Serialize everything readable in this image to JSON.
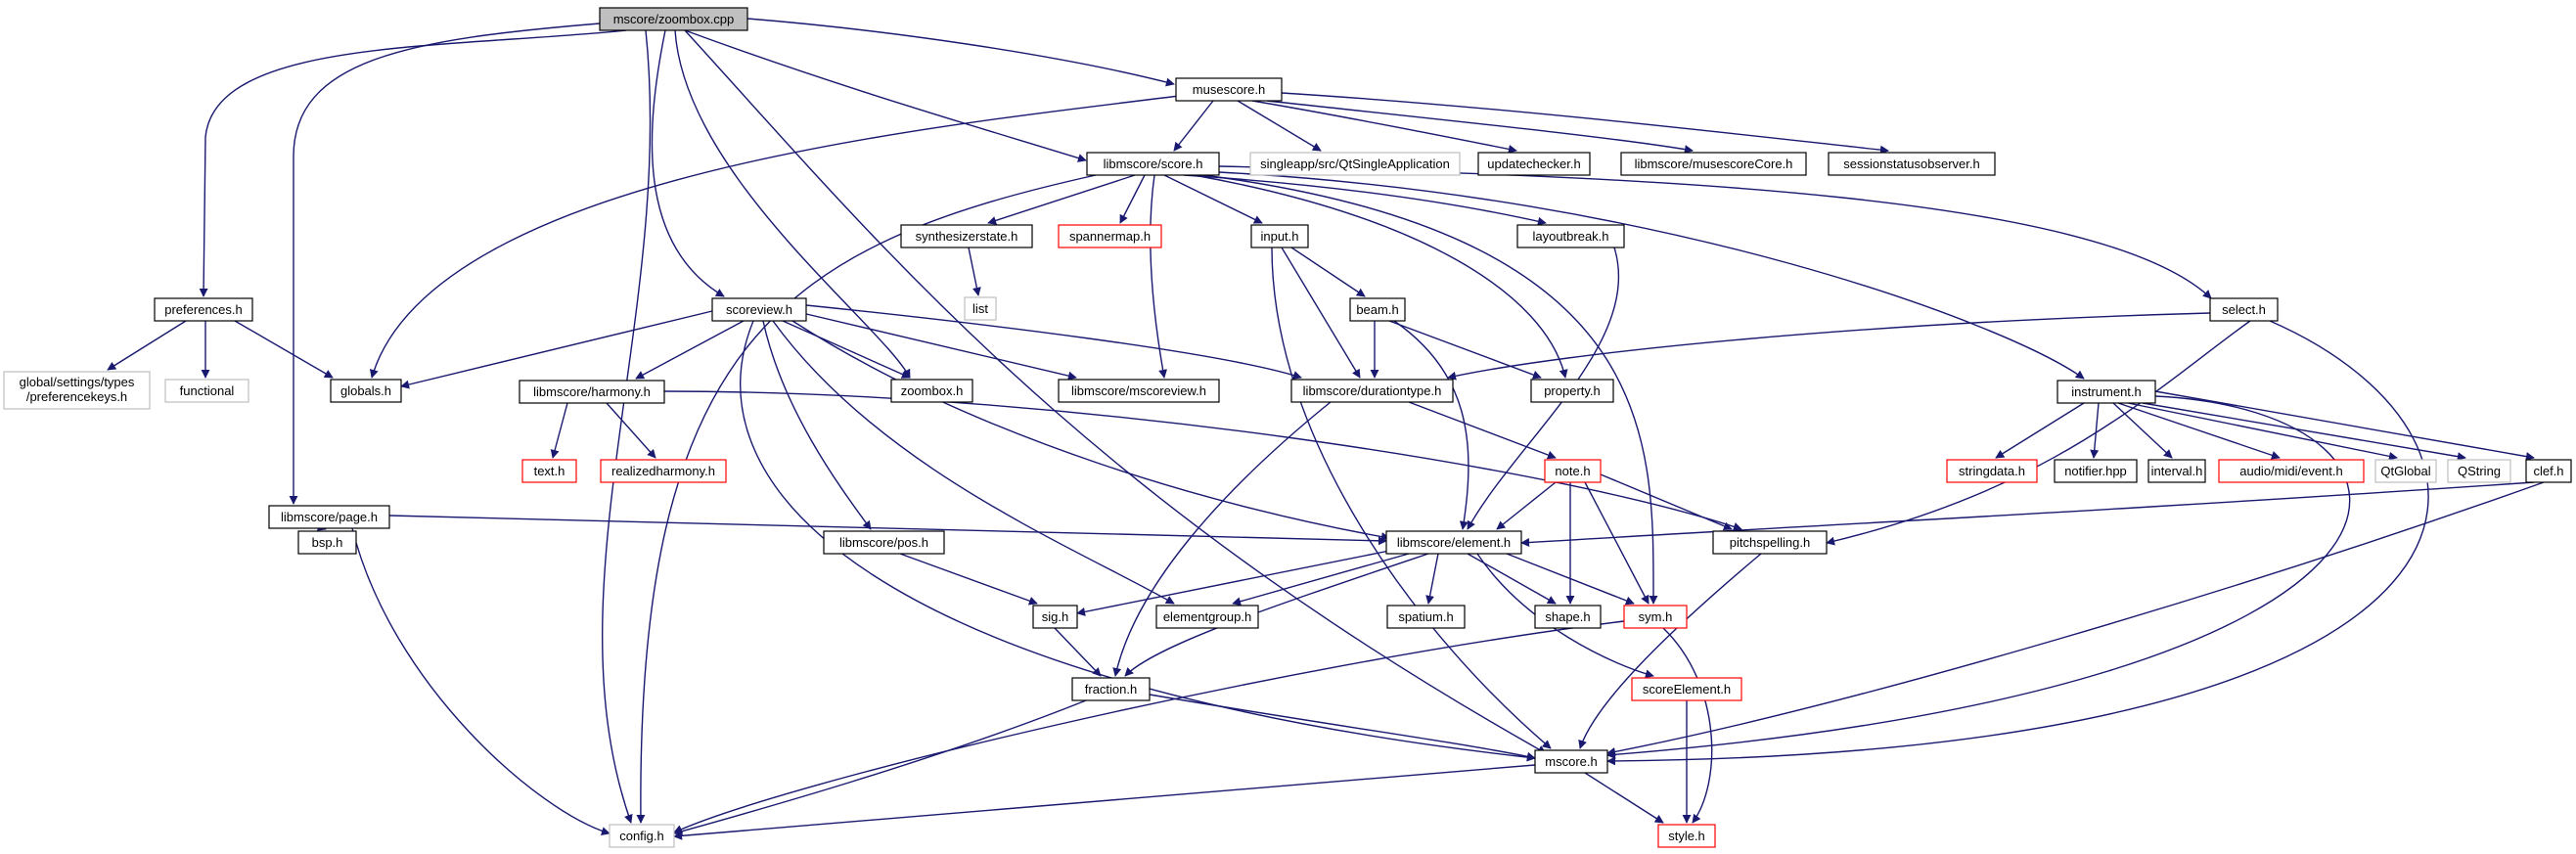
{
  "graph_title": "mscore/zoombox.cpp",
  "colors": {
    "edge": "#191970",
    "border_normal": "#000000",
    "border_missing": "#bfbfbf",
    "border_incomplete": "#ff0000",
    "root_fill": "#bfbfbf",
    "node_fill": "#ffffff"
  },
  "nodes": [
    {
      "id": "zoombox_cpp",
      "label": "mscore/zoombox.cpp",
      "style": "root"
    },
    {
      "id": "musescore_h",
      "label": "musescore.h",
      "style": "normal"
    },
    {
      "id": "preferences_h",
      "label": "preferences.h",
      "style": "normal"
    },
    {
      "id": "scoreview_h",
      "label": "scoreview.h",
      "style": "normal"
    },
    {
      "id": "libmscore_page_h",
      "label": "libmscore/page.h",
      "style": "normal"
    },
    {
      "id": "libmscore_score_h",
      "label": "libmscore/score.h",
      "style": "normal"
    },
    {
      "id": "qtsingleapp",
      "label": "singleapp/src/QtSingleApplication",
      "style": "missing"
    },
    {
      "id": "updatechecker_h",
      "label": "updatechecker.h",
      "style": "normal"
    },
    {
      "id": "musescorecore_h",
      "label": "libmscore/musescoreCore.h",
      "style": "normal"
    },
    {
      "id": "sessionstatusobserver_h",
      "label": "sessionstatusobserver.h",
      "style": "normal"
    },
    {
      "id": "synthesizerstate_h",
      "label": "synthesizerstate.h",
      "style": "normal"
    },
    {
      "id": "spannermap_h",
      "label": "spannermap.h",
      "style": "incomplete"
    },
    {
      "id": "input_h",
      "label": "input.h",
      "style": "normal"
    },
    {
      "id": "layoutbreak_h",
      "label": "layoutbreak.h",
      "style": "normal"
    },
    {
      "id": "select_h",
      "label": "select.h",
      "style": "normal"
    },
    {
      "id": "list",
      "label": "list",
      "style": "missing"
    },
    {
      "id": "beam_h",
      "label": "beam.h",
      "style": "normal"
    },
    {
      "id": "globalsettings",
      "label": "global/settings/types\n/preferencekeys.h",
      "style": "missing"
    },
    {
      "id": "functional",
      "label": "functional",
      "style": "missing"
    },
    {
      "id": "globals_h",
      "label": "globals.h",
      "style": "normal"
    },
    {
      "id": "zoombox_h",
      "label": "zoombox.h",
      "style": "normal"
    },
    {
      "id": "mscoreview_h",
      "label": "libmscore/mscoreview.h",
      "style": "normal"
    },
    {
      "id": "durationtype_h",
      "label": "libmscore/durationtype.h",
      "style": "normal"
    },
    {
      "id": "property_h",
      "label": "property.h",
      "style": "normal"
    },
    {
      "id": "instrument_h",
      "label": "instrument.h",
      "style": "normal"
    },
    {
      "id": "harmony_h",
      "label": "libmscore/harmony.h",
      "style": "normal"
    },
    {
      "id": "text_h",
      "label": "text.h",
      "style": "incomplete"
    },
    {
      "id": "realizedharmony_h",
      "label": "realizedharmony.h",
      "style": "incomplete"
    },
    {
      "id": "note_h",
      "label": "note.h",
      "style": "incomplete"
    },
    {
      "id": "stringdata_h",
      "label": "stringdata.h",
      "style": "incomplete"
    },
    {
      "id": "notifier_hpp",
      "label": "notifier.hpp",
      "style": "normal"
    },
    {
      "id": "interval_h",
      "label": "interval.h",
      "style": "normal"
    },
    {
      "id": "midievent_h",
      "label": "audio/midi/event.h",
      "style": "incomplete"
    },
    {
      "id": "qtglobal",
      "label": "QtGlobal",
      "style": "missing"
    },
    {
      "id": "qstring",
      "label": "QString",
      "style": "missing"
    },
    {
      "id": "clef_h",
      "label": "clef.h",
      "style": "normal"
    },
    {
      "id": "bsp_h",
      "label": "bsp.h",
      "style": "normal"
    },
    {
      "id": "pos_h",
      "label": "libmscore/pos.h",
      "style": "normal"
    },
    {
      "id": "element_h",
      "label": "libmscore/element.h",
      "style": "normal"
    },
    {
      "id": "pitchspelling_h",
      "label": "pitchspelling.h",
      "style": "normal"
    },
    {
      "id": "sig_h",
      "label": "sig.h",
      "style": "normal"
    },
    {
      "id": "elementgroup_h",
      "label": "elementgroup.h",
      "style": "normal"
    },
    {
      "id": "spatium_h",
      "label": "spatium.h",
      "style": "normal"
    },
    {
      "id": "shape_h",
      "label": "shape.h",
      "style": "normal"
    },
    {
      "id": "sym_h",
      "label": "sym.h",
      "style": "incomplete"
    },
    {
      "id": "scoreelement_h",
      "label": "scoreElement.h",
      "style": "incomplete"
    },
    {
      "id": "fraction_h",
      "label": "fraction.h",
      "style": "normal"
    },
    {
      "id": "mscore_h",
      "label": "mscore.h",
      "style": "normal"
    },
    {
      "id": "config_h",
      "label": "config.h",
      "style": "missing"
    },
    {
      "id": "style_h",
      "label": "style.h",
      "style": "incomplete"
    }
  ]
}
